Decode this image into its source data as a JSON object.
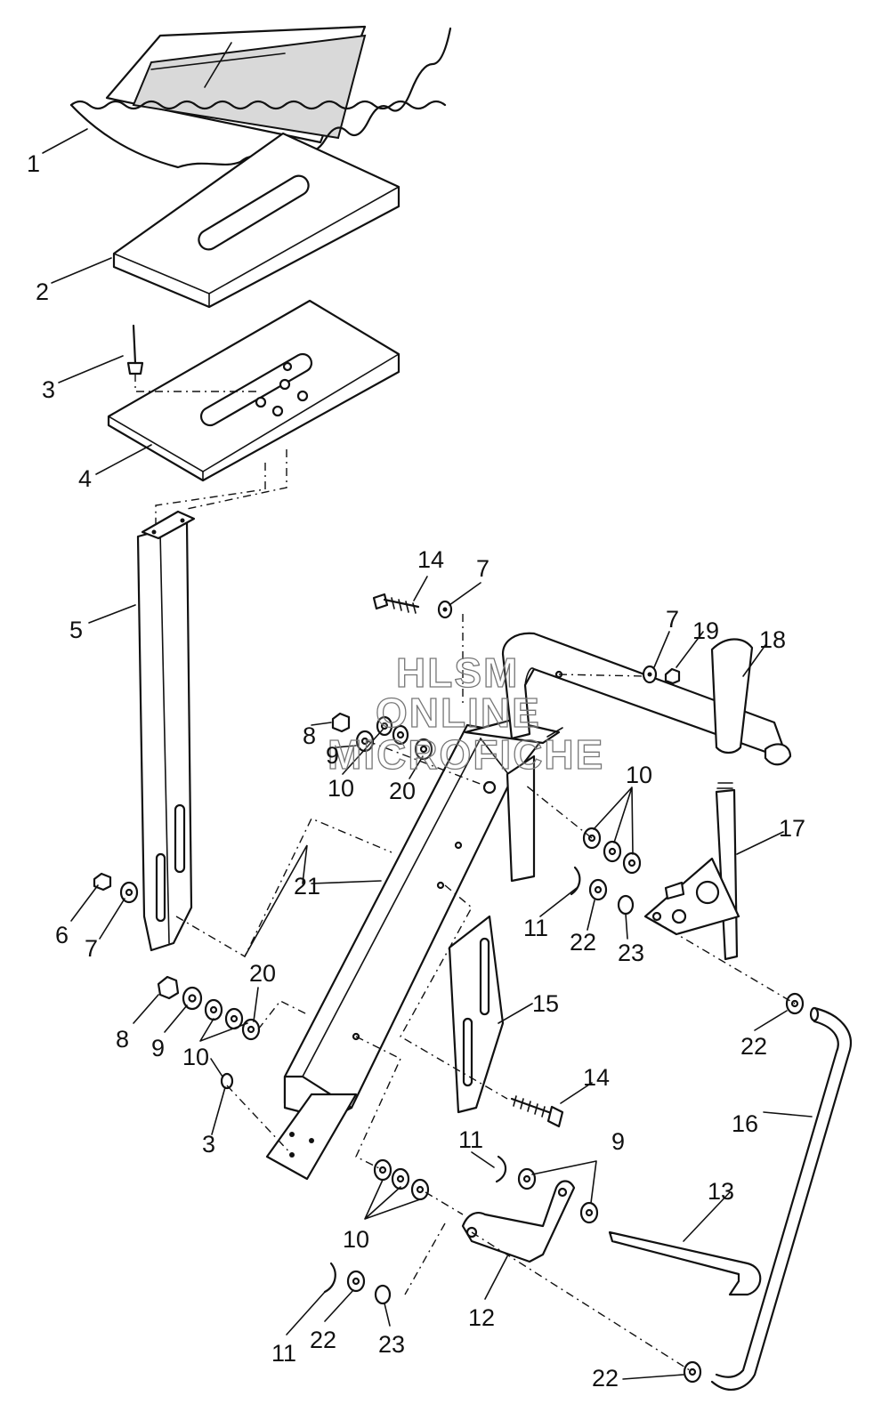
{
  "watermark": {
    "line1": "HLSM",
    "line2": "ONLINE",
    "line3": "MICROFICHE"
  },
  "callouts": {
    "c1": "1",
    "c2": "2",
    "c3": "3",
    "c4": "4",
    "c5": "5",
    "c6": "6",
    "c7": "7",
    "c8": "8",
    "c9": "9",
    "c10": "10",
    "c11": "11",
    "c12": "12",
    "c13": "13",
    "c14": "14",
    "c15": "15",
    "c16": "16",
    "c17": "17",
    "c18": "18",
    "c19": "19",
    "c20": "20",
    "c21": "21",
    "c22": "22",
    "c23": "23"
  }
}
